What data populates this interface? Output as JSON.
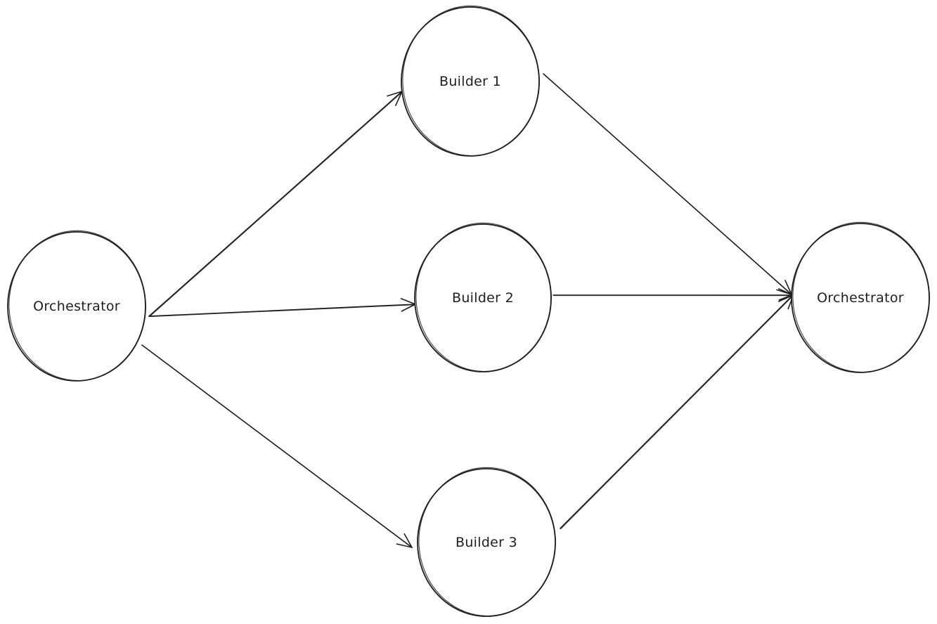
{
  "diagram": {
    "nodes": [
      {
        "id": "orchestrator-start",
        "label": "Orchestrator"
      },
      {
        "id": "builder-1",
        "label": "Builder 1"
      },
      {
        "id": "builder-2",
        "label": "Builder 2"
      },
      {
        "id": "builder-3",
        "label": "Builder 3"
      },
      {
        "id": "orchestrator-end",
        "label": "Orchestrator"
      }
    ],
    "edges": [
      {
        "from": "orchestrator-start",
        "to": "builder-1"
      },
      {
        "from": "orchestrator-start",
        "to": "builder-2"
      },
      {
        "from": "orchestrator-start",
        "to": "builder-3"
      },
      {
        "from": "builder-1",
        "to": "orchestrator-end"
      },
      {
        "from": "builder-2",
        "to": "orchestrator-end"
      },
      {
        "from": "builder-3",
        "to": "orchestrator-end"
      }
    ],
    "colors": {
      "stroke": "#1e1e1e",
      "background": "#ffffff"
    }
  }
}
